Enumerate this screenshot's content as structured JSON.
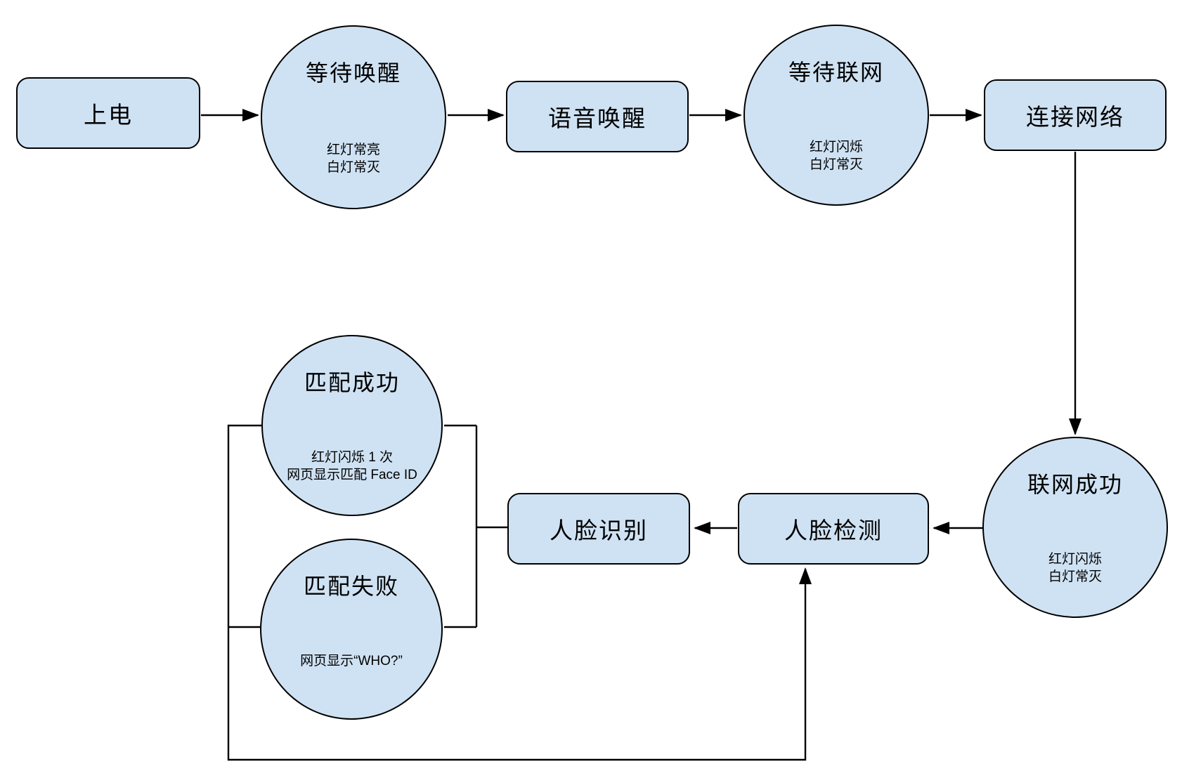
{
  "diagram": {
    "type": "flowchart",
    "description": "Device boot / network / face recognition state flow with LED indicator notes"
  },
  "colors": {
    "node_fill": "#cfe2f3",
    "node_border": "#000000",
    "line": "#000000",
    "background": "#ffffff"
  },
  "nodes": {
    "power_on": {
      "label": "上电"
    },
    "wait_wake": {
      "label": "等待唤醒",
      "note": "红灯常亮\n白灯常灭"
    },
    "voice_wake": {
      "label": "语音唤醒"
    },
    "wait_network": {
      "label": "等待联网",
      "note": "红灯闪烁\n白灯常灭"
    },
    "connect_network": {
      "label": "连接网络"
    },
    "network_ok": {
      "label": "联网成功",
      "note": "红灯闪烁\n白灯常灭"
    },
    "face_detect": {
      "label": "人脸检测"
    },
    "face_recognize": {
      "label": "人脸识别"
    },
    "match_success": {
      "label": "匹配成功",
      "note": "红灯闪烁 1 次\n网页显示匹配 Face ID"
    },
    "match_fail": {
      "label": "匹配失败",
      "note": "网页显示“WHO?”"
    }
  },
  "edges": [
    {
      "from": "power_on",
      "to": "wait_wake"
    },
    {
      "from": "wait_wake",
      "to": "voice_wake"
    },
    {
      "from": "voice_wake",
      "to": "wait_network"
    },
    {
      "from": "wait_network",
      "to": "connect_network"
    },
    {
      "from": "connect_network",
      "to": "network_ok"
    },
    {
      "from": "network_ok",
      "to": "face_detect"
    },
    {
      "from": "face_detect",
      "to": "face_recognize"
    },
    {
      "from": "face_recognize",
      "to": "match_success"
    },
    {
      "from": "face_recognize",
      "to": "match_fail"
    },
    {
      "from": "match_success",
      "to": "face_detect"
    },
    {
      "from": "match_fail",
      "to": "face_detect"
    }
  ]
}
